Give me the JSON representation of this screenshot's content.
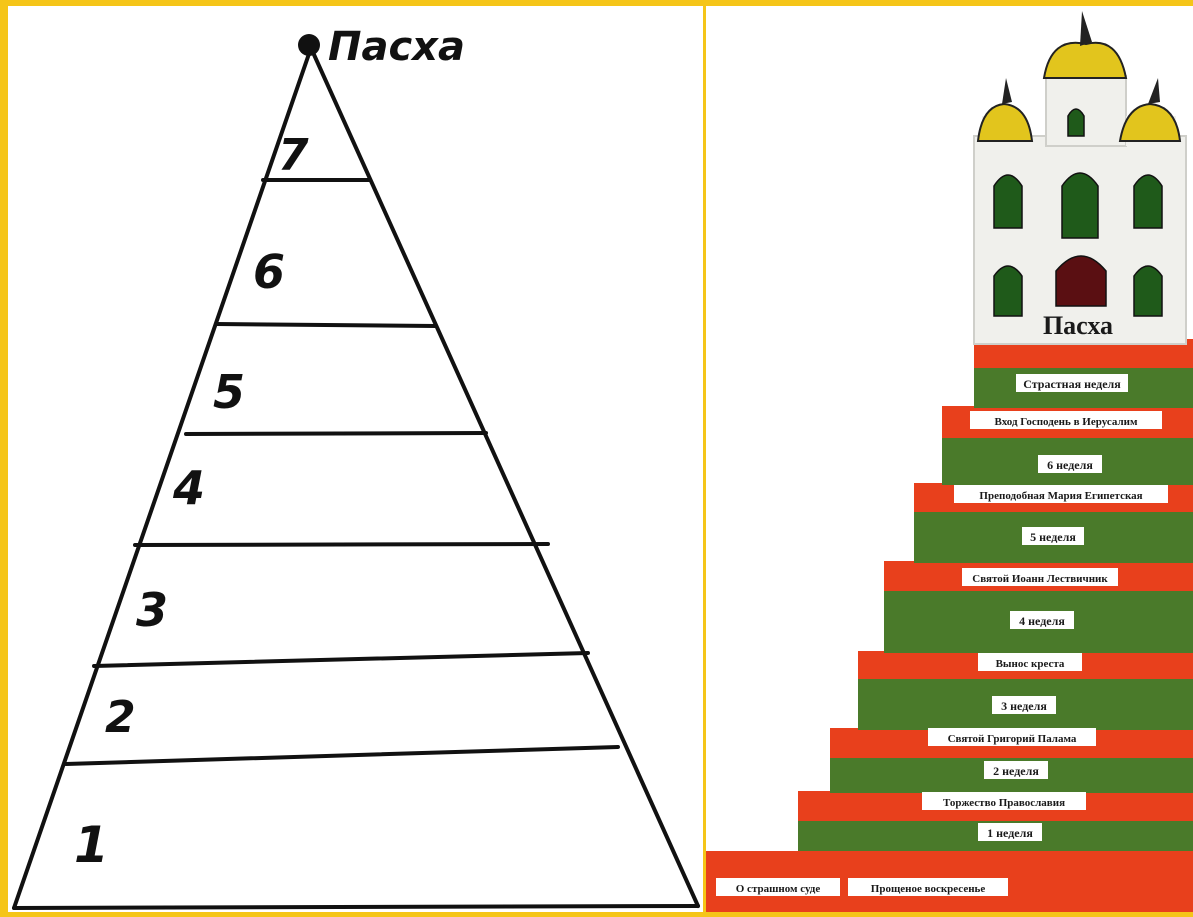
{
  "left": {
    "apex_label": "Пасха",
    "levels": [
      "1",
      "2",
      "3",
      "4",
      "5",
      "6",
      "7"
    ]
  },
  "right": {
    "title": "Пасха",
    "steps": [
      {
        "week": "Страстная неделя",
        "sunday": "Вход Господень в Иерусалим"
      },
      {
        "week": "6 неделя",
        "sunday": "Преподобная Мария Египетская"
      },
      {
        "week": "5 неделя",
        "sunday": "Святой Иоанн Лествичник"
      },
      {
        "week": "4 неделя",
        "sunday": "Вынос креста"
      },
      {
        "week": "3 неделя",
        "sunday": "Святой Григорий Палама"
      },
      {
        "week": "2 неделя",
        "sunday": "Торжество Православия"
      },
      {
        "week": "1 неделя",
        "sunday": ""
      }
    ],
    "base_labels": [
      "О страшном суде",
      "Прощеное воскресенье"
    ]
  },
  "colors": {
    "frame": "#f5c518",
    "green": "#4a7a2a",
    "red": "#e8401c",
    "gold": "#e2c51d"
  }
}
